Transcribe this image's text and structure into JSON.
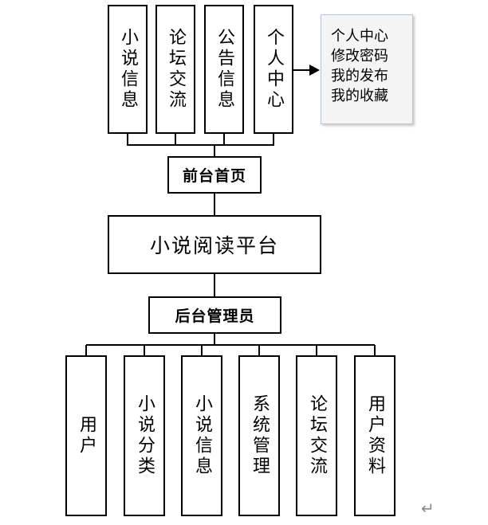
{
  "front": {
    "items": [
      {
        "label": "小说信息"
      },
      {
        "label": "论坛交流"
      },
      {
        "label": "公告信息"
      },
      {
        "label": "个人中心"
      }
    ],
    "hub": "前台首页",
    "user_menu": [
      "个人中心",
      "修改密码",
      "我的发布",
      "我的收藏"
    ]
  },
  "platform": "小说阅读平台",
  "back": {
    "hub": "后台管理员",
    "items": [
      {
        "label": "用户"
      },
      {
        "label": "小说分类"
      },
      {
        "label": "小说信息"
      },
      {
        "label": "系统管理"
      },
      {
        "label": "论坛交流"
      },
      {
        "label": "用户资料"
      }
    ]
  },
  "return_mark": "↵"
}
